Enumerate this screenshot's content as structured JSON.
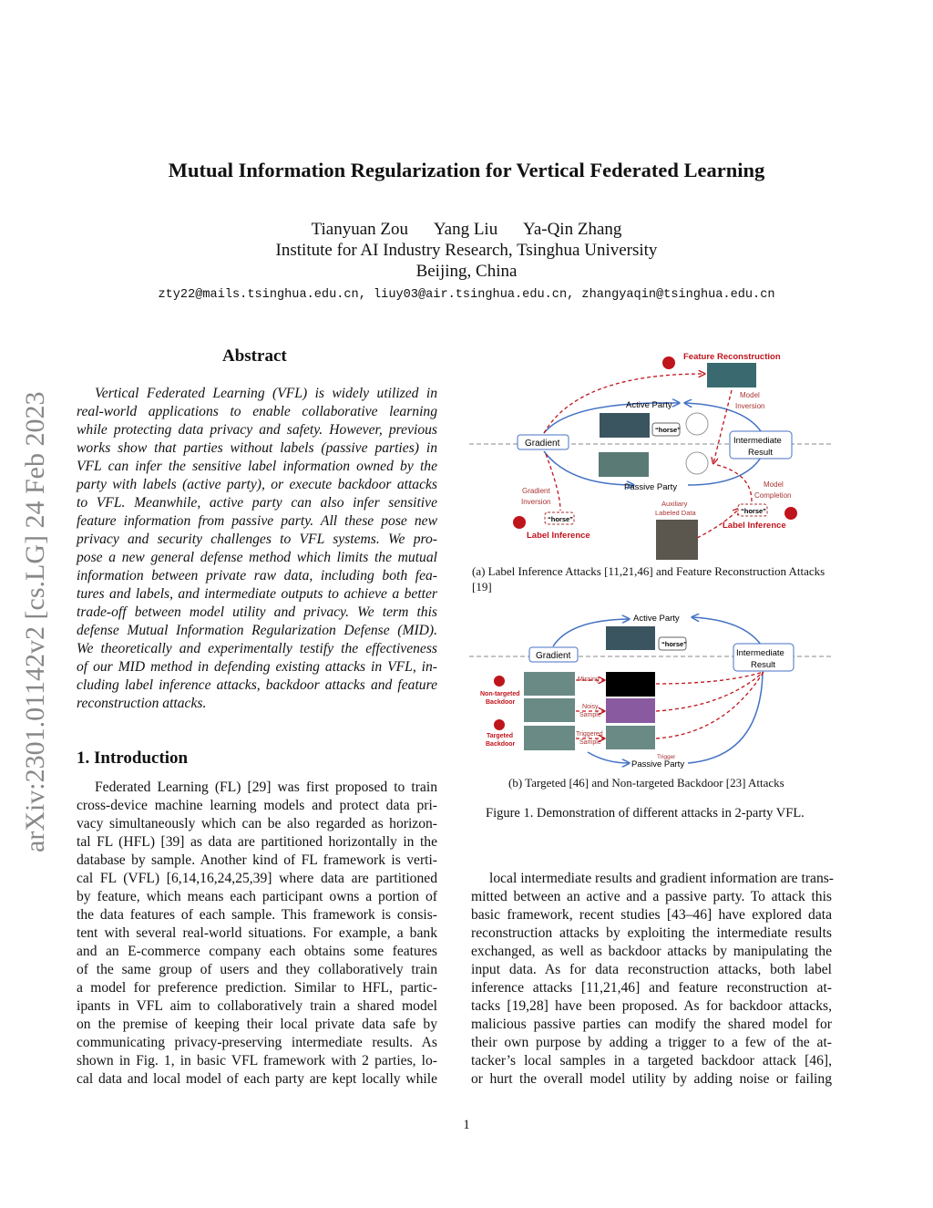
{
  "title": "Mutual Information Regularization for Vertical Federated Learning",
  "authors": "Tianyuan Zou      Yang Liu      Ya-Qin Zhang",
  "affiliation": "Institute for AI Industry Research, Tsinghua University",
  "location": "Beijing, China",
  "emails": "zty22@mails.tsinghua.edu.cn, liuy03@air.tsinghua.edu.cn, zhangyaqin@tsinghua.edu.cn",
  "arxiv_id": "arXiv:2301.01142v2  [cs.LG]  24 Feb 2023",
  "abstract_heading": "Abstract",
  "abstract_lines": [
    "Vertical Federated Learning (VFL) is widely utilized in",
    "real-world applications to enable collaborative learning",
    "while protecting data privacy and safety. However, previous",
    "works show that parties without labels (passive parties) in",
    "VFL can infer the sensitive label information owned by the",
    "party with labels (active party), or execute backdoor attacks",
    "to VFL. Meanwhile, active party can also infer sensitive",
    "feature information from passive party. All these pose new",
    "privacy and security challenges to VFL systems. We pro-",
    "pose a new general defense method which limits the mutual",
    "information between private raw data, including both fea-",
    "tures and labels, and intermediate outputs to achieve a better",
    "trade-off between model utility and privacy. We term this",
    "defense Mutual Information Regularization Defense (MID).",
    "We theoretically and experimentally testify the effectiveness",
    "of our MID method in defending existing attacks in VFL, in-",
    "cluding label inference attacks, backdoor attacks and feature",
    "reconstruction attacks."
  ],
  "intro_heading": "1. Introduction",
  "intro_lines": [
    "Federated Learning (FL) [29] was first proposed to train",
    "cross-device machine learning models and protect data pri-",
    "vacy simultaneously which can be also regarded as horizon-",
    "tal FL (HFL) [39] as data are partitioned horizontally in the",
    "database by sample. Another kind of FL framework is verti-",
    "cal FL (VFL) [6,14,16,24,25,39] where data are partitioned",
    "by feature, which means each participant owns a portion of",
    "the data features of each sample. This framework is consis-",
    "tent with several real-world situations. For example, a bank",
    "and an E-commerce company each obtains some features",
    "of the same group of users and they collaboratively train",
    "a model for preference prediction. Similar to HFL, partic-",
    "ipants in VFL aim to collaboratively train a shared model",
    "on the premise of keeping their local private data safe by",
    "communicating privacy-preserving intermediate results. As",
    "shown in Fig. 1, in basic VFL framework with 2 parties, lo-",
    "cal data and local model of each party are kept locally while"
  ],
  "right_lines": [
    "local intermediate results and gradient information are trans-",
    "mitted between an active and a passive party. To attack this",
    "basic framework, recent studies [43–46] have explored data",
    "reconstruction attacks by exploiting the intermediate results",
    "exchanged, as well as backdoor attacks by manipulating the",
    "input data. As for data reconstruction attacks, both label",
    "inference attacks [11,21,46] and feature reconstruction at-",
    "tacks [19,28] have been proposed. As for backdoor attacks,",
    "malicious passive parties can modify the shared model for",
    "their own purpose by adding a trigger to a few of the at-",
    "tacker’s local samples in a targeted backdoor attack [46],",
    "or hurt the overall model utility by adding noise or failing"
  ],
  "figure": {
    "a": {
      "feature_reconstruction": "Feature Reconstruction",
      "model_inversion_1": "Model",
      "model_inversion_2": "Inversion",
      "active_party": "Active Party",
      "horse": "“horse”",
      "gradient": "Gradient",
      "intermediate_1": "Intermediate",
      "intermediate_2": "Result",
      "passive_party": "Passive Party",
      "gradient_inversion_1": "Gradient",
      "gradient_inversion_2": "Inversion",
      "model_completion_1": "Model",
      "model_completion_2": "Completion",
      "auxiliary_1": "Auxiliary",
      "auxiliary_2": "Labeled Data",
      "label_inference": "Label Inference",
      "caption_1": "(a) Label Inference Attacks [11,21,46] and Feature Reconstruction Attacks",
      "caption_2": "[19]"
    },
    "b": {
      "active_party": "Active Party",
      "horse": "“horse”",
      "gradient": "Gradient",
      "intermediate_1": "Intermediate",
      "intermediate_2": "Result",
      "non_targeted_1": "Non-targeted",
      "non_targeted_2": "Backdoor",
      "targeted_1": "Targeted",
      "targeted_2": "Backdoor",
      "missing": "Missing",
      "noisy_1": "Noisy",
      "noisy_2": "Sample",
      "triggered_1": "Triggered",
      "triggered_2": "Sample",
      "trigger": "Trigger",
      "passive_party": "Passive Party",
      "caption": "(b) Targeted [46] and Non-targeted Backdoor [23] Attacks"
    },
    "caption": "Figure 1. Demonstration of different attacks in 2-party VFL."
  },
  "page_number": "1",
  "colors": {
    "red": "#c0141c",
    "blue": "#4472c4",
    "citation_box": "#00ff00"
  }
}
